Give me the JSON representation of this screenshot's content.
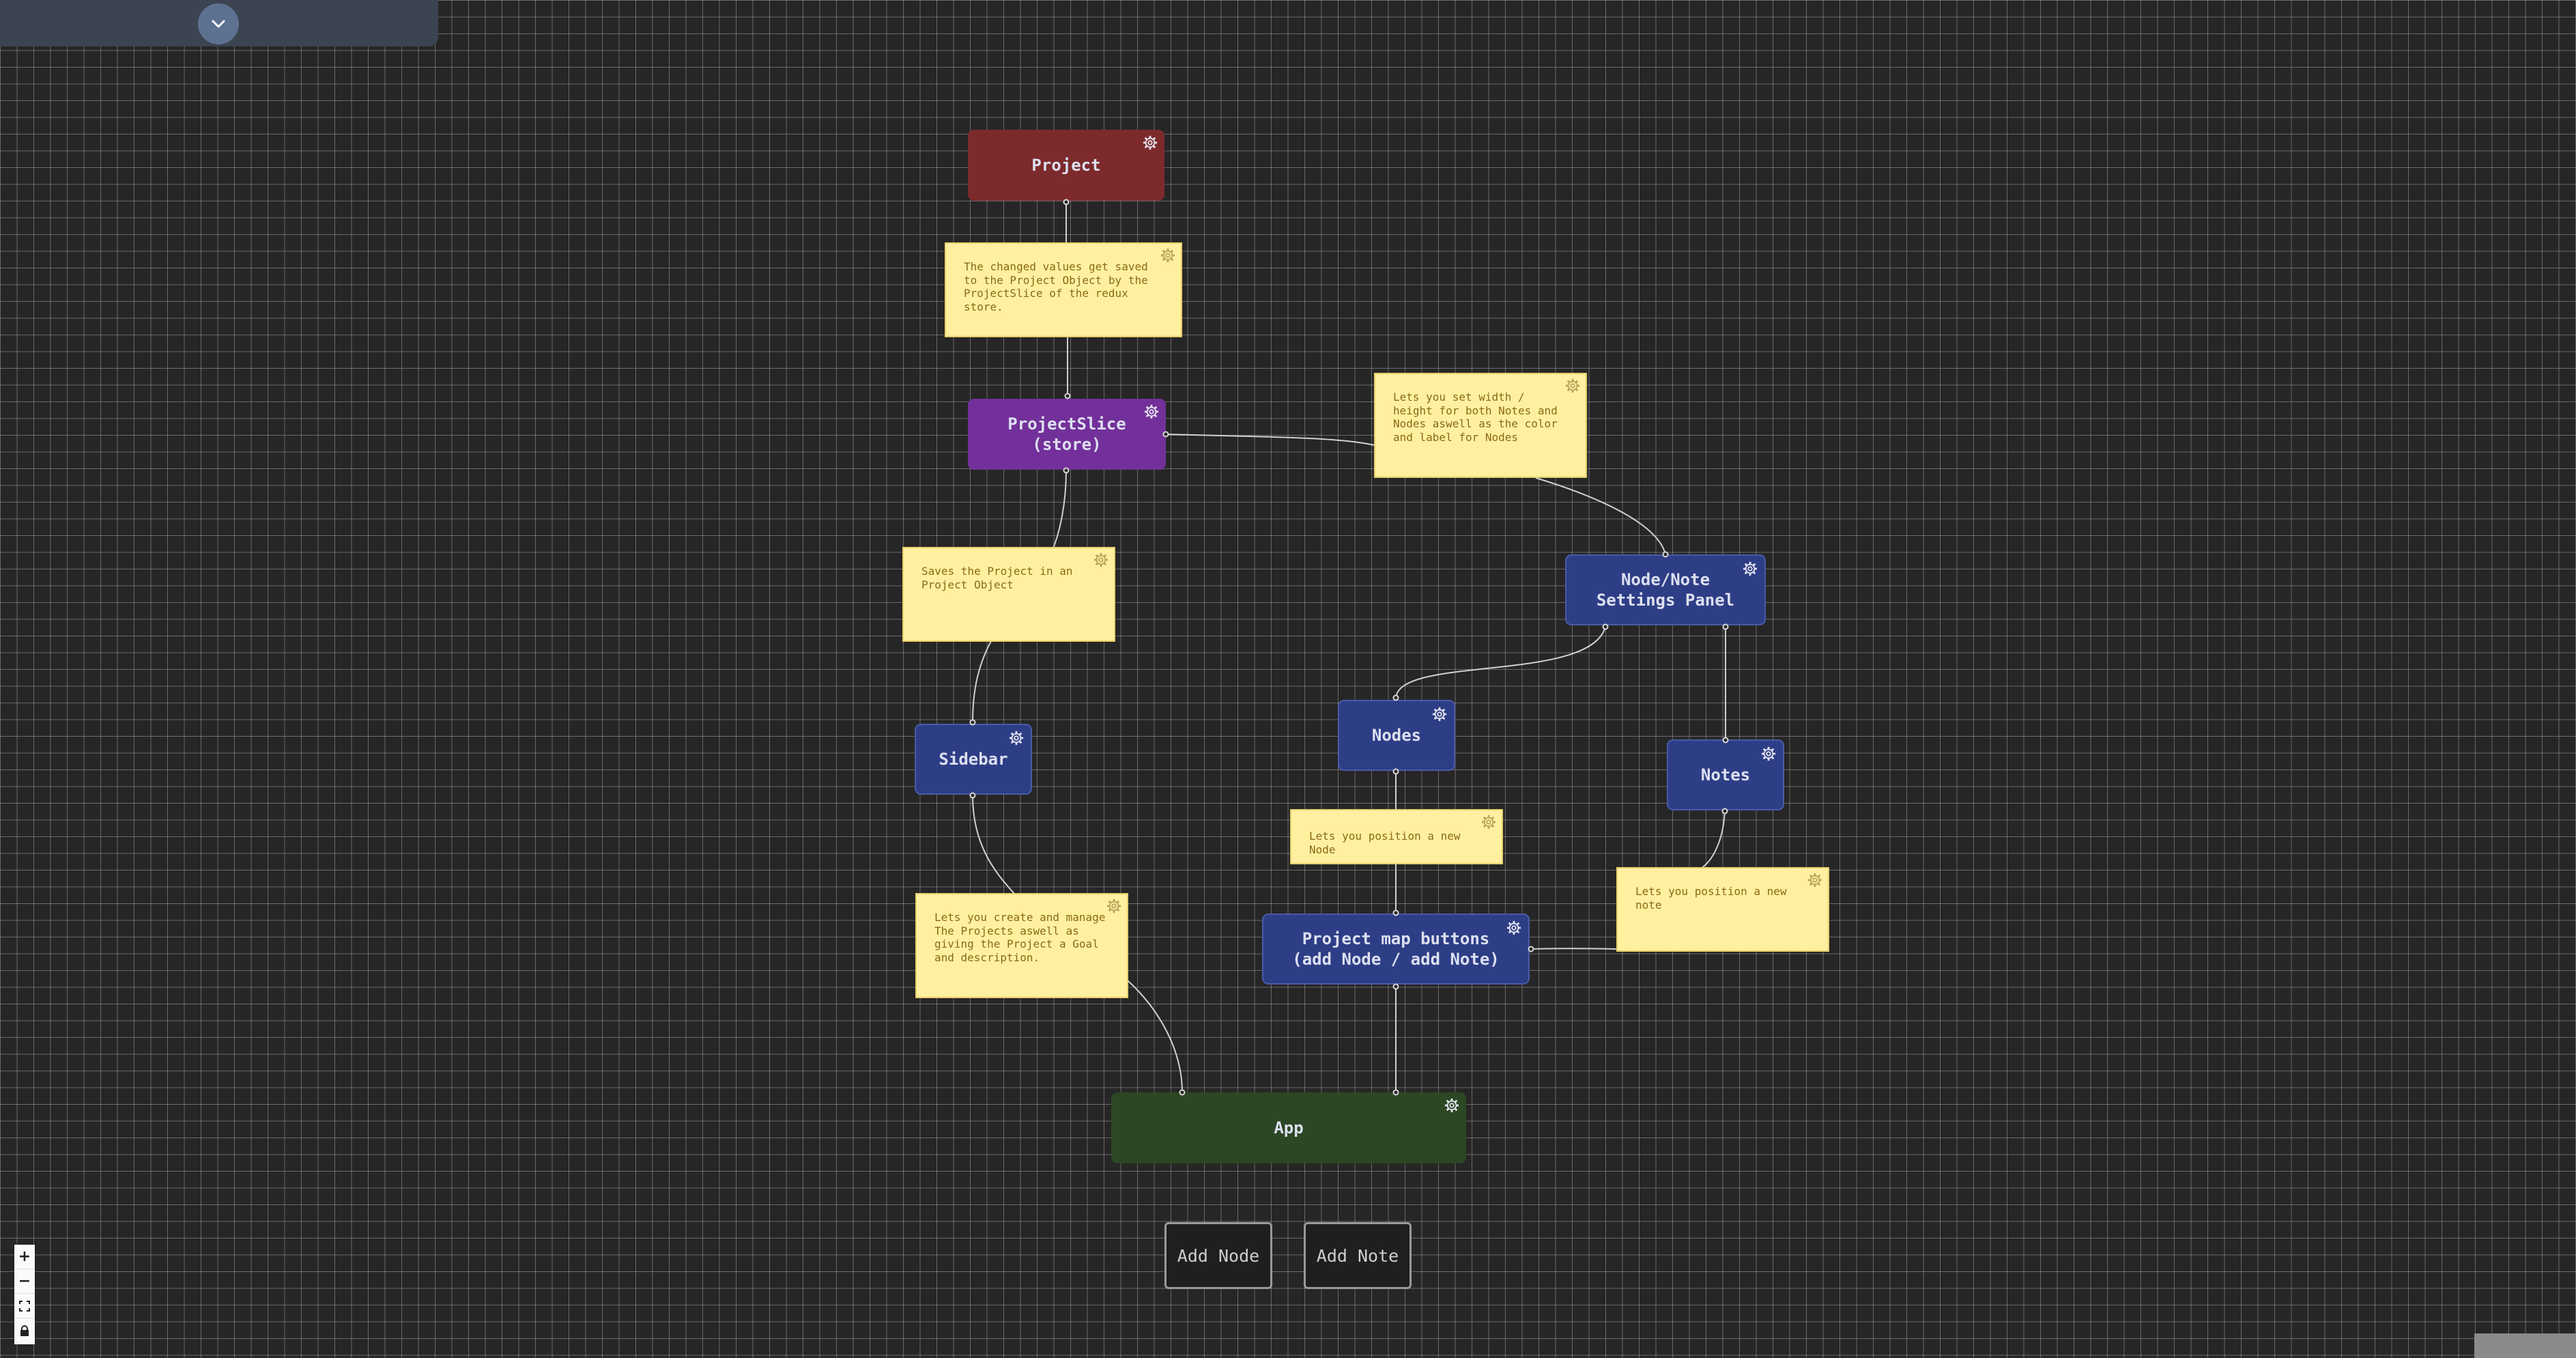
{
  "panel": {
    "toggle_icon": "chevron-down-icon"
  },
  "nodes": {
    "project": {
      "label": "Project",
      "color": "#7d2a2c"
    },
    "project_slice": {
      "label": "ProjectSlice\n(store)",
      "color": "#73309a"
    },
    "sidebar": {
      "label": "Sidebar",
      "color": "#2e3e86"
    },
    "settings_panel": {
      "label": "Node/Note\nSettings Panel",
      "color": "#2e3e86"
    },
    "nodes": {
      "label": "Nodes",
      "color": "#2e3e86"
    },
    "notes": {
      "label": "Notes",
      "color": "#2e3e86"
    },
    "map_buttons": {
      "label": "Project map buttons\n(add Node / add Note)",
      "color": "#2e3e86"
    },
    "app": {
      "label": "App",
      "color": "#2b4724"
    }
  },
  "notes": {
    "saved_to_project": {
      "text": "The changed values get saved to the Project Object by the ProjectSlice of the redux store."
    },
    "width_height": {
      "text": "Lets you set width / height for both Notes and Nodes aswell as the color and label for Nodes"
    },
    "saves_project": {
      "text": "Saves the Project in an Project Object"
    },
    "position_node": {
      "text": "Lets you position a new Node"
    },
    "position_note": {
      "text": "Lets you position a new note"
    },
    "create_manage": {
      "text": "Lets you create and manage The Projects aswell as giving the Project a Goal and description."
    }
  },
  "buttons": {
    "add_node": "Add Node",
    "add_note": "Add Note"
  },
  "controls": {
    "zoom_in": "+",
    "zoom_out": "−",
    "fit_view_icon": "fit-view-icon",
    "lock_icon": "lock-icon"
  },
  "colors": {
    "note_bg": "#fff0a0",
    "note_text": "#8a6a15",
    "canvas_bg": "#262626"
  }
}
